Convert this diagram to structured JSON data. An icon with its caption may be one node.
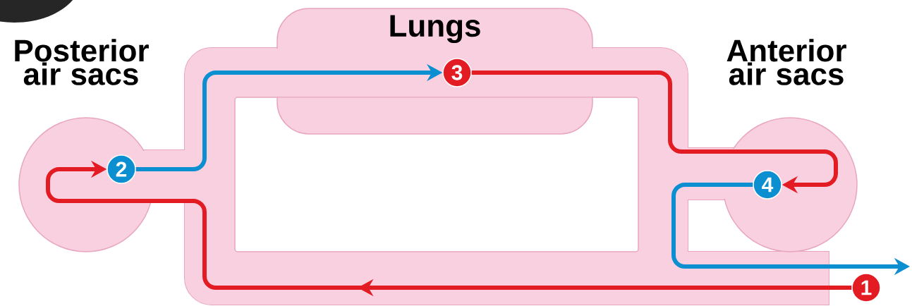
{
  "diagram": {
    "nodes": [
      {
        "text": [
          "Posterior air sacs"
        ]
      },
      {
        "text": [
          "Lungs"
        ]
      },
      {
        "text": [
          "Anterior air sacs"
        ]
      },
      {
        "text": [
          "1"
        ]
      },
      {
        "text": [
          "2"
        ],
        "in": 0
      },
      {
        "text": [
          "3"
        ],
        "in": 1
      },
      {
        "text": [
          "4"
        ],
        "in": 2
      }
    ],
    "edges": [
      {
        "from": 3,
        "to": 4,
        "arrow": "to",
        "color": "#e31b23"
      },
      {
        "from": 4,
        "to": 5,
        "arrow": "to",
        "color": "#0b8fd0"
      },
      {
        "from": 5,
        "to": 6,
        "arrow": "to",
        "color": "#e31b23"
      },
      {
        "from": 6,
        "to": null,
        "arrow": "to",
        "color": "#0b8fd0"
      }
    ]
  }
}
